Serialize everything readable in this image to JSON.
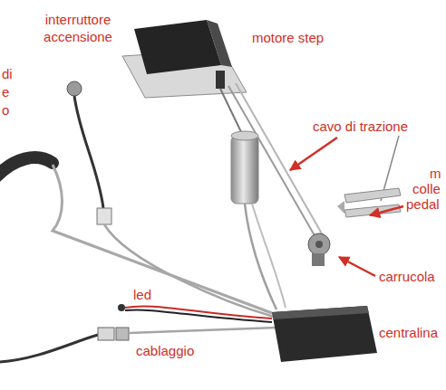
{
  "diagram": {
    "labels": [
      "interruttore accensione",
      "motore step",
      "di",
      "e",
      "o",
      "cavo di trazione",
      "m",
      "colle",
      "pedal",
      "carrucola",
      "led",
      "centralina",
      "cablaggio"
    ]
  }
}
